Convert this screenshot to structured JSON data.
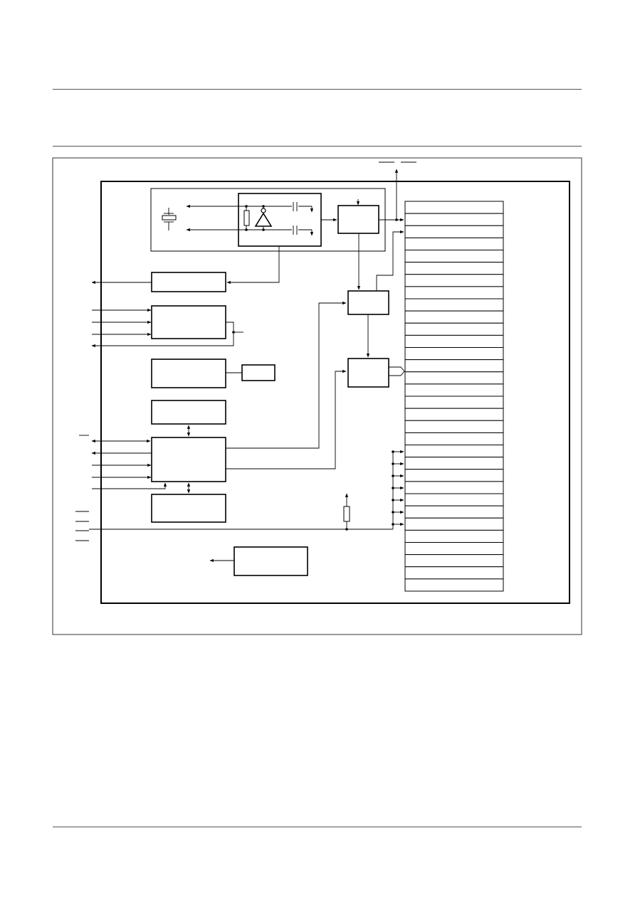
{
  "page": {
    "header_rule": "top",
    "section_rule": "under-header",
    "footer_rule": "bottom"
  },
  "diagram": {
    "type": "block-diagram",
    "line_color": "#000000",
    "background": "#ffffff",
    "register_rows": 32,
    "overbar_labels": 2,
    "blocks": [
      {
        "id": "oscillator-group",
        "shape": "rectangle"
      },
      {
        "id": "oscillator-core",
        "shape": "rectangle"
      },
      {
        "id": "divider-block",
        "shape": "rectangle"
      },
      {
        "id": "clock-output-block",
        "shape": "rectangle"
      },
      {
        "id": "interrupt-block",
        "shape": "rectangle"
      },
      {
        "id": "timer-block",
        "shape": "rectangle"
      },
      {
        "id": "timer-small-block",
        "shape": "rectangle"
      },
      {
        "id": "control-block",
        "shape": "rectangle"
      },
      {
        "id": "serial-interface-block",
        "shape": "rectangle"
      },
      {
        "id": "address-register-block",
        "shape": "rectangle"
      },
      {
        "id": "power-on-reset-block",
        "shape": "rectangle"
      },
      {
        "id": "counter-block",
        "shape": "rectangle"
      },
      {
        "id": "register-decoder-block",
        "shape": "rectangle"
      },
      {
        "id": "register-file",
        "shape": "stacked-rectangles"
      }
    ],
    "icons": [
      "crystal-icon",
      "resistor-icon",
      "inverter-icon",
      "capacitor-icon",
      "ground-icon"
    ]
  }
}
